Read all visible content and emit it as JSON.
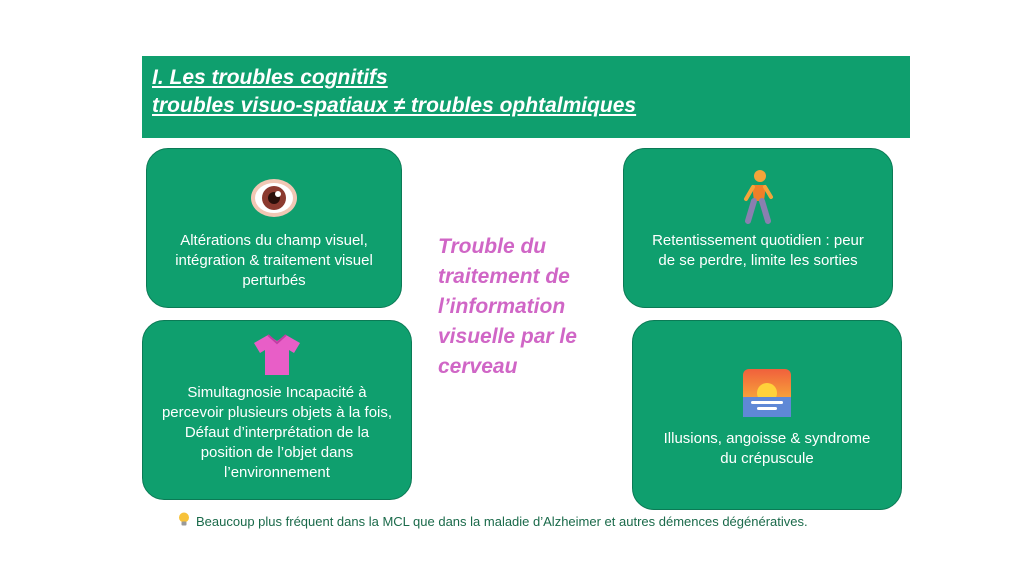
{
  "header": {
    "title_line1": "I. Les troubles cognitifs",
    "title_line2": "troubles visuo-spatiaux ≠ troubles ophtalmiques"
  },
  "cards": {
    "vision": {
      "icon": "eye-icon",
      "text": "Altérations du champ visuel, intégration & traitement visuel perturbés"
    },
    "daily": {
      "icon": "walking-person-icon",
      "text": "Retentissement quotidien : peur de se perdre, limite les sorties"
    },
    "simultagnosia": {
      "icon": "shirt-icon",
      "text": "Simultagnosie Incapacité à percevoir plusieurs objets à la fois, Défaut d’interprétation de la position de l’objet dans l’environnement"
    },
    "illusions": {
      "icon": "sunset-icon",
      "text": "Illusions, angoisse & syndrome du crépuscule"
    }
  },
  "center": {
    "text": "Trouble du traitement de l’information visuelle par le cerveau"
  },
  "footnote": {
    "icon": "lightbulb-icon",
    "text": "Beaucoup plus fréquent dans la MCL que dans la maladie d’Alzheimer et autres démences dégénératives."
  },
  "colors": {
    "green": "#0f9f6e",
    "pink": "#d066c6",
    "white": "#ffffff"
  }
}
